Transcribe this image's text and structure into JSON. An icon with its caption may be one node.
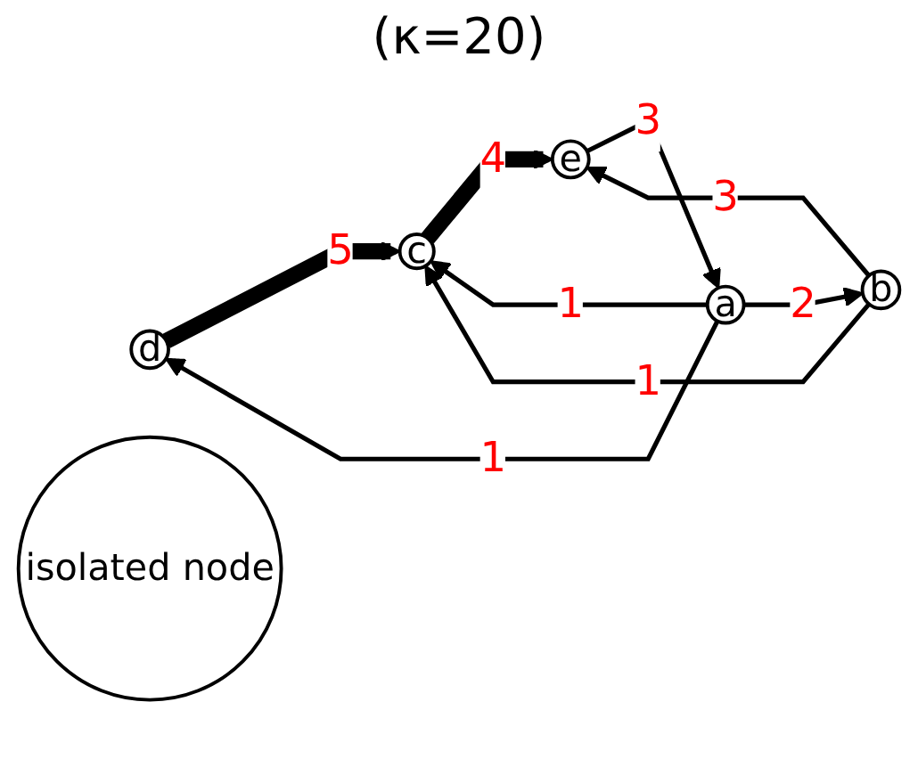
{
  "diagram": {
    "title": "(κ=20)",
    "nodes": [
      {
        "text": [
          "d"
        ]
      },
      {
        "text": [
          "c"
        ]
      },
      {
        "text": [
          "isolated node"
        ]
      },
      {
        "text": [
          "b"
        ]
      },
      {
        "text": [
          "a"
        ]
      },
      {
        "text": [
          "e"
        ]
      }
    ],
    "edges": [
      {
        "from": 4,
        "to": 0,
        "arrow": "to",
        "label": "1"
      },
      {
        "from": 0,
        "to": 1,
        "arrow": "to",
        "label": "5",
        "style": "thick"
      },
      {
        "from": 4,
        "to": 1,
        "arrow": "to",
        "label": "1"
      },
      {
        "from": 3,
        "to": 1,
        "arrow": "to",
        "label": "1"
      },
      {
        "from": 4,
        "to": 3,
        "arrow": "to",
        "label": "2"
      },
      {
        "from": 1,
        "to": 5,
        "arrow": "to",
        "label": "4",
        "style": "thick"
      },
      {
        "from": 3,
        "to": 5,
        "arrow": "to",
        "label": "3"
      },
      {
        "from": 5,
        "to": 4,
        "arrow": "to",
        "label": "3"
      }
    ]
  }
}
